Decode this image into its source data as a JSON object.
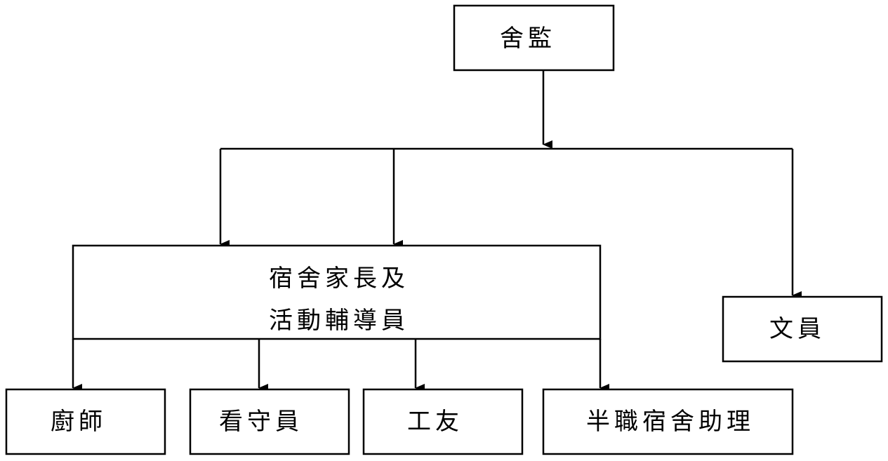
{
  "diagram": {
    "nodes": {
      "supervisor": {
        "label": "舍監"
      },
      "dorm_parent": {
        "line1": "宿舍家長及",
        "line2": "活動輔導員"
      },
      "clerk": {
        "label": "文員"
      },
      "chef": {
        "label": "廚師"
      },
      "guard": {
        "label": "看守員"
      },
      "worker": {
        "label": "工友"
      },
      "assistant": {
        "label": "半職宿舍助理"
      }
    },
    "edges": [
      {
        "from": "supervisor",
        "to": "dorm_parent"
      },
      {
        "from": "supervisor",
        "to": "dorm_parent"
      },
      {
        "from": "supervisor",
        "to": "clerk"
      },
      {
        "from": "dorm_parent",
        "to": "chef"
      },
      {
        "from": "dorm_parent",
        "to": "guard"
      },
      {
        "from": "dorm_parent",
        "to": "worker"
      },
      {
        "from": "dorm_parent",
        "to": "assistant"
      }
    ],
    "colors": {
      "line": "#000000",
      "box_fill": "#ffffff",
      "text": "#000000"
    }
  }
}
